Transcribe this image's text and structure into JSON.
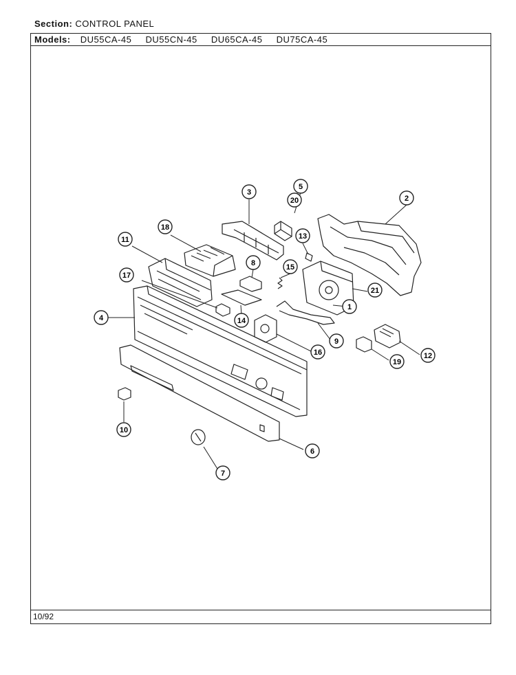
{
  "section": {
    "label": "Section:",
    "value": "CONTROL PANEL"
  },
  "models": {
    "label": "Models:",
    "list": [
      "DU55CA-45",
      "DU55CN-45",
      "DU65CA-45",
      "DU75CA-45"
    ]
  },
  "footer": {
    "date": "10/92"
  },
  "callouts": [
    "1",
    "2",
    "3",
    "4",
    "5",
    "6",
    "7",
    "8",
    "9",
    "10",
    "11",
    "12",
    "13",
    "14",
    "15",
    "16",
    "17",
    "18",
    "19",
    "20",
    "21"
  ]
}
